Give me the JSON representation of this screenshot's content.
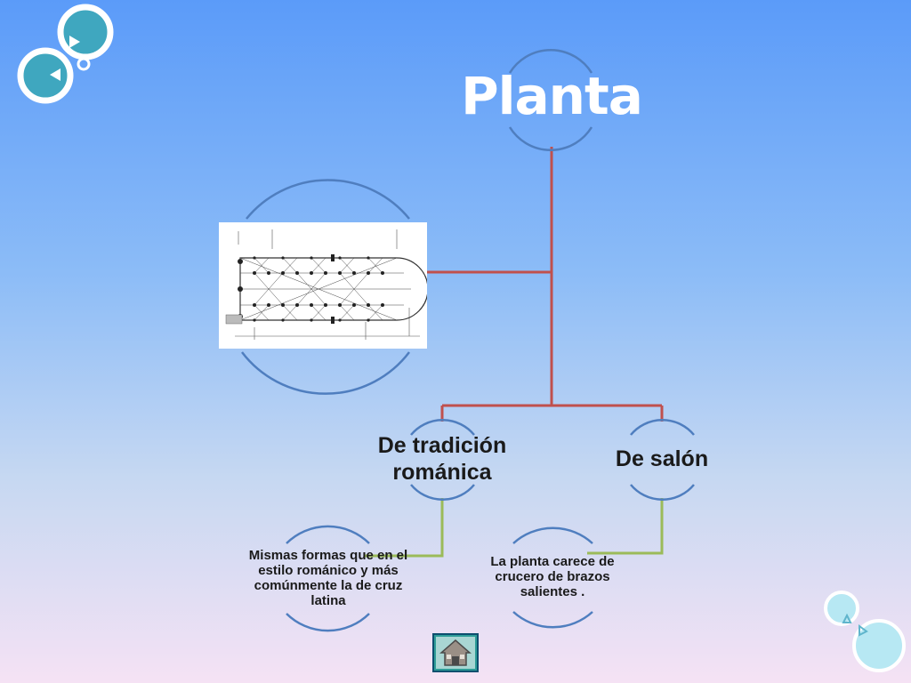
{
  "slide": {
    "title": "Planta",
    "colors": {
      "arc": "#4f7ebf",
      "connector_main": "#c0504d",
      "connector_leaf": "#9bbb59",
      "title": "#ffffff"
    }
  },
  "diagram": {
    "image_node": {
      "icon": "cathedral-floor-plan-image"
    },
    "branches": [
      {
        "label": "De tradición románica",
        "child": "Mismas formas que en el estilo románico y más comúnmente la de cruz latina"
      },
      {
        "label": "De salón",
        "child": "La planta carece de crucero de brazos salientes ."
      }
    ]
  },
  "nav": {
    "home_icon": "house-icon"
  }
}
